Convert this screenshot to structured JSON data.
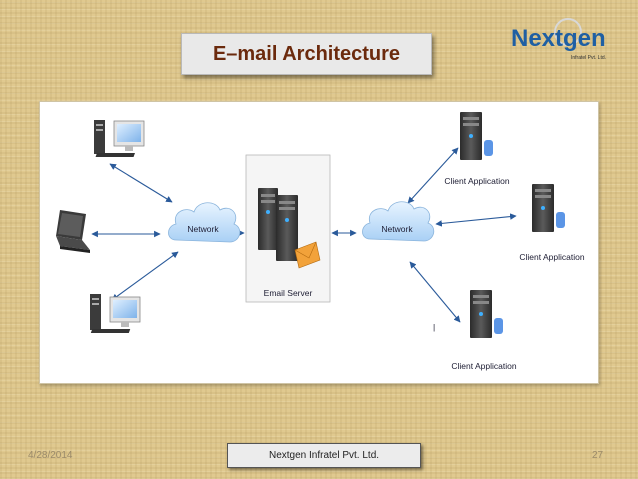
{
  "slide": {
    "title": "E–mail Architecture",
    "date": "4/28/2014",
    "footer": "Nextgen Infratel Pvt. Ltd.",
    "page": "27"
  },
  "logo": {
    "wordmark": "Nextgen",
    "tagline": "Infratel Pvt. Ltd.",
    "colors": {
      "primary": "#1f5fa3",
      "accent": "#2d8a3c"
    }
  },
  "diagram": {
    "left_network": "Network",
    "right_network": "Network",
    "server": "Email Server",
    "clients": [
      "Client Application",
      "Client Application",
      "Client Application"
    ],
    "stray_mark": "|"
  }
}
